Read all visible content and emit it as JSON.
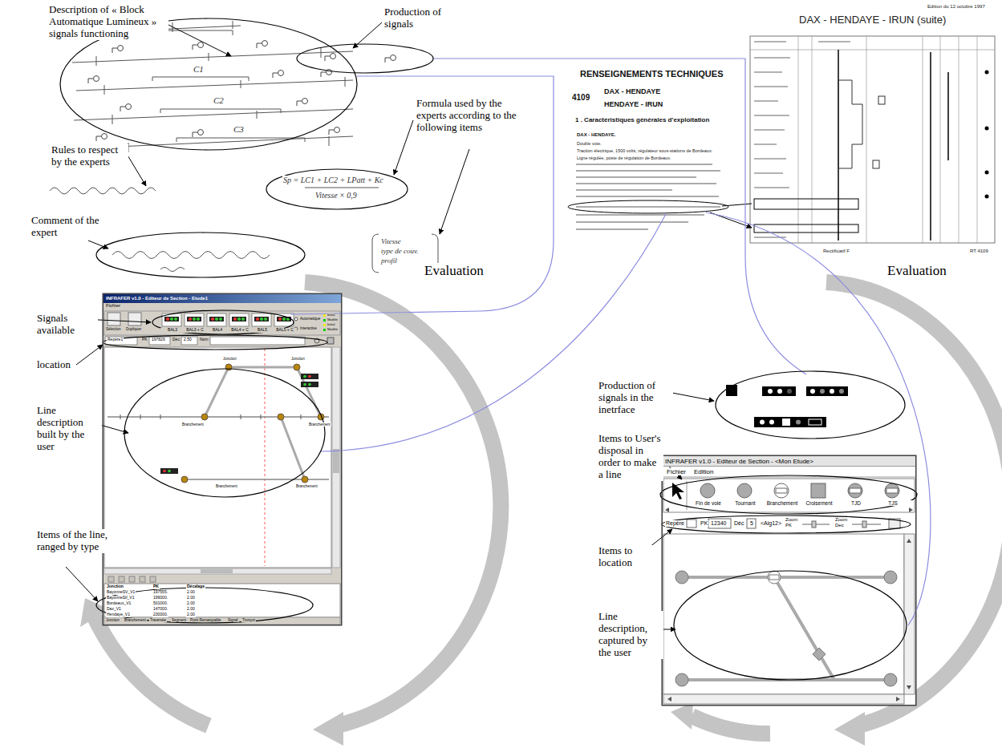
{
  "diagram": {
    "nodes": [
      {
        "text": [
          "INFRAFER v1.0 - Editeur de Section - Etude1"
        ]
      },
      {
        "text": [
          "INFRAFER v1.0 - Editeur de Section - <Mon Etude>"
        ]
      }
    ],
    "labels": [
      "Description of « Block Automatique Lumineux » signals functioning",
      "Production of signals",
      "Formula used by the experts according to the following items",
      "Rules to respect by the experts",
      "Comment of the expert",
      "Evaluation",
      "Evaluation",
      "Signals available",
      "location",
      "Line description built by the user",
      "Items of the line, ranged by type",
      "Production of signals in the inetrface",
      "Items to User's disposal in order to make a line",
      "Items to location",
      "Line description, captured by the user",
      "C1",
      "C2",
      "C3",
      "Sp = LC1 + LC2 + LPatt + Kc",
      "Vitesse × 0,9",
      "Vitesse",
      "type de couv.",
      "profil",
      "Edition du 12 octobre 1997",
      "DAX - HENDAYE - IRUN (suite)",
      "RENSEIGNEMENTS TECHNIQUES",
      "4109",
      "DAX - HENDAYE",
      "HENDAYE - IRUN",
      "1 . Caractéristiques générales d'exploitation",
      "DAX - HENDAYE.",
      "Double voie.",
      "Traction électrique, 1500 volts, régulateur sous-stations de Bordeaux.",
      "Ligne régulée, poste de régulation de Bordeaux.",
      "Rectificatif F",
      "RT 4109",
      "Fichier",
      "Sélection",
      "Dupliquer",
      "BAL3",
      "BAL3 + C",
      "BAL4",
      "BAL4 + C",
      "BAL5",
      "BAL5 + C",
      "Automatique",
      "Interactive",
      "Initial",
      "Modifié",
      "Initial",
      "Modifié",
      "Repère1",
      "PK",
      "197826",
      "Déc",
      "2.50",
      "Nom",
      "Jonction",
      "Jonction",
      "Branchement",
      "Branchement",
      "Branchement",
      "Branchement",
      "Jonction",
      "PK",
      "Décalage",
      "BayonneSV_V1",
      "197555.",
      "2.00",
      "BayonneSif_V1",
      "199000.",
      "2.00",
      "Bordeaux_V1",
      "501000.",
      "2.00",
      "Dax_V1",
      "147000.",
      "2.00",
      "Hendaye_V1",
      "230000.",
      "2.00",
      "Jonction",
      "Branchement",
      "Traversée",
      "Segment",
      "Point Remarquable",
      "Signal",
      "Tronçon",
      "Fichier",
      "Edition",
      "Fin de voie",
      "Tournant",
      "Branchement",
      "Croisement",
      "TJD",
      "TJS",
      "Repère",
      "PK",
      "12340",
      "Déc",
      "5",
      "<Aig12>",
      "Zoom PK",
      "Zoom Dec"
    ]
  }
}
